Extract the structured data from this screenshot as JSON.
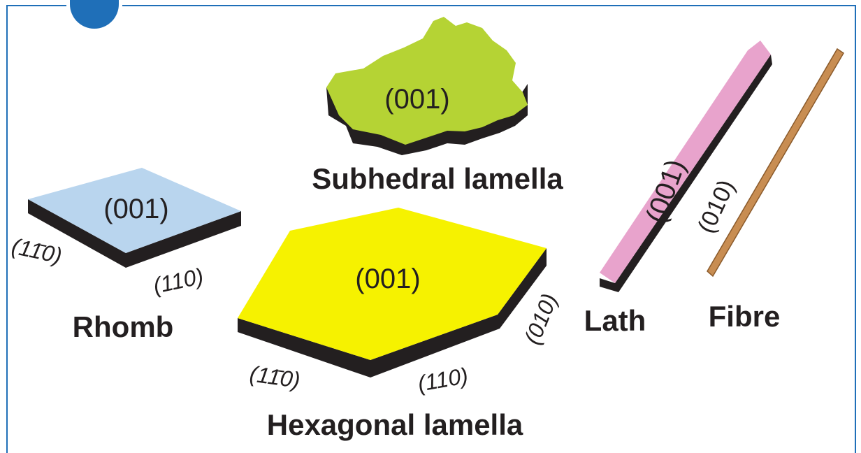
{
  "figure": {
    "colors": {
      "rhomb_face": "#b9d5ee",
      "subhedral_face": "#b5d334",
      "hexagonal_face": "#f6f200",
      "lath_face": "#e8a3cc",
      "fibre": "#c88d52",
      "side_shadow": "#231f20",
      "frame": "#1f6fb8"
    },
    "rhomb": {
      "name": "Rhomb",
      "face": "(001)",
      "edge_left": "(11̄0)",
      "edge_right": "(110)"
    },
    "subhedral": {
      "name": "Subhedral lamella",
      "face": "(001)"
    },
    "hexagonal": {
      "name": "Hexagonal lamella",
      "face": "(001)",
      "edge_left": "(11̄0)",
      "edge_right": "(110)",
      "edge_side": "(010)"
    },
    "lath": {
      "name": "Lath",
      "face": "(001)",
      "edge_side": "(010)"
    },
    "fibre": {
      "name": "Fibre"
    }
  }
}
